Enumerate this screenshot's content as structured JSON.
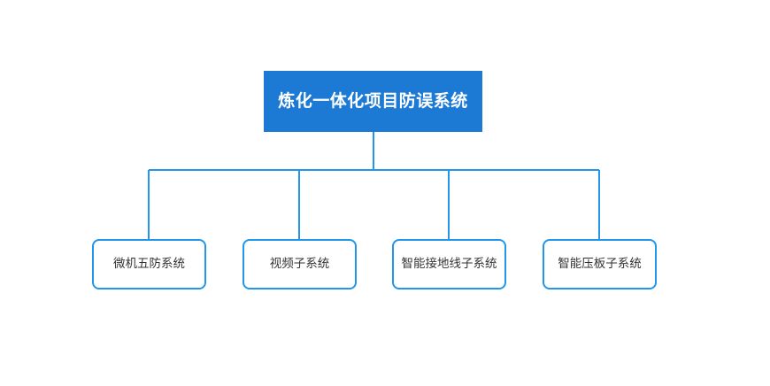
{
  "diagram": {
    "type": "org-chart",
    "title": "炼化一体化项目防误系统",
    "background_color": "#ffffff",
    "root": {
      "label": "炼化一体化项目防误系统",
      "fill_color": "#1d7ad4",
      "text_color": "#ffffff"
    },
    "connector": {
      "color": "#2196ea",
      "stroke_width": "2"
    },
    "children": [
      {
        "label": "微机五防系统",
        "border_color": "#2196ea",
        "text_color": "#333333"
      },
      {
        "label": "视频子系统",
        "border_color": "#2196ea",
        "text_color": "#333333"
      },
      {
        "label": "智能接地线子系统",
        "border_color": "#2196ea",
        "text_color": "#333333"
      },
      {
        "label": "智能压板子系统",
        "border_color": "#2196ea",
        "text_color": "#333333"
      }
    ]
  }
}
